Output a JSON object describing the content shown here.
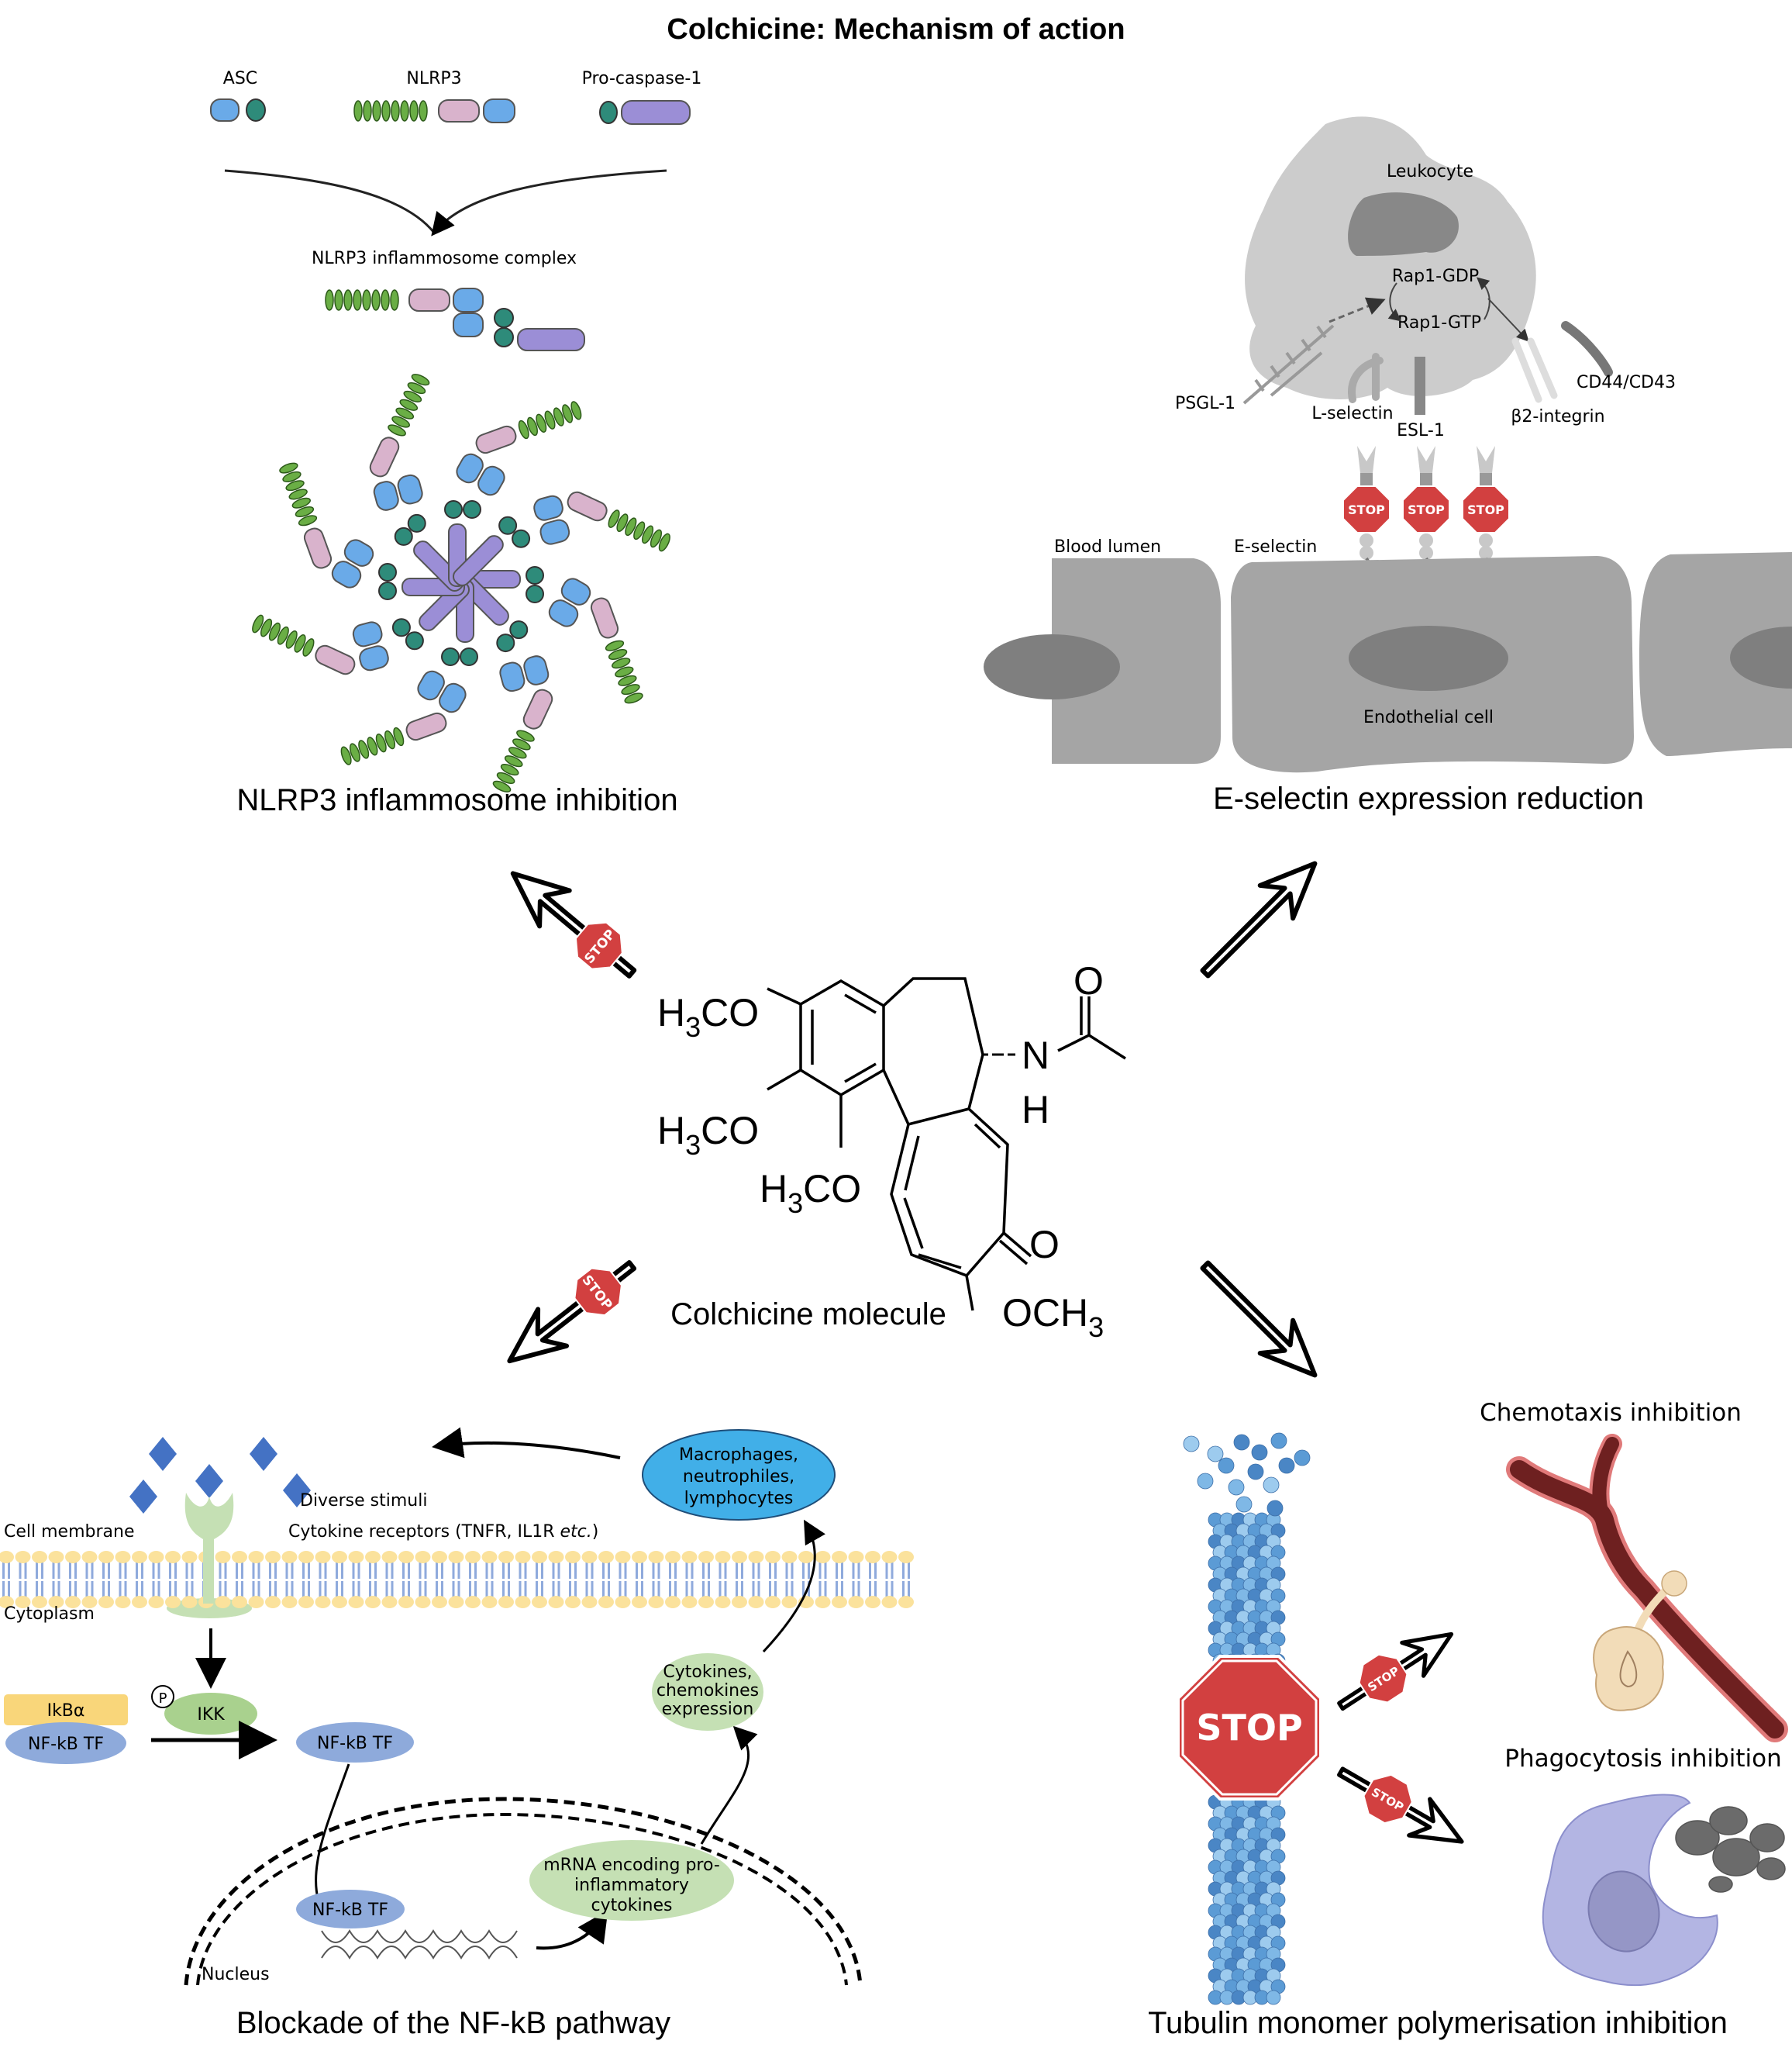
{
  "title": "Colchicine: Mechanism of action",
  "center": {
    "caption": "Colchicine molecule",
    "substituents": {
      "h3co_1": {
        "pre": "H",
        "sub": "3",
        "post": "CO"
      },
      "h3co_2": {
        "pre": "H",
        "sub": "3",
        "post": "CO"
      },
      "h3co_3": {
        "pre": "H",
        "sub": "3",
        "post": "CO"
      },
      "och3": {
        "pre": "OCH",
        "sub": "3",
        "post": ""
      },
      "nitrogen": "N",
      "hydrogen": "H",
      "oxygen_amide": "O",
      "oxygen_ketone": "O"
    }
  },
  "panels": {
    "nlrp3": {
      "caption": "NLRP3 inflammosome inhibition",
      "components": [
        "ASC",
        "NLRP3",
        "Pro-caspase-1"
      ],
      "complex_label": "NLRP3 inflammosome complex",
      "colors": {
        "pyd": "#6aae45",
        "nacht": "#d9b3cc",
        "lrr": "#6aaae8",
        "card": "#2e8b7a",
        "caspase": "#9b8ed6"
      },
      "blocked": true
    },
    "eselectin": {
      "caption": "E-selectin expression reduction",
      "labels": {
        "leukocyte": "Leukocyte",
        "rap1_gdp": "Rap1-GDP",
        "rap1_gtp": "Rap1-GTP",
        "psgl1": "PSGL-1",
        "lselectin": "L-selectin",
        "esl1": "ESL-1",
        "b2integrin": "β2-integrin",
        "cd44": "CD44/CD43",
        "blood_lumen": "Blood lumen",
        "eselectin": "E-selectin",
        "endothelial": "Endothelial cell"
      },
      "stop_signs": [
        "STOP",
        "STOP",
        "STOP"
      ],
      "blocked": false
    },
    "nfkb": {
      "caption": "Blockade of the NF-kB pathway",
      "labels": {
        "stimuli": "Diverse stimuli",
        "cell_membrane": "Cell membrane",
        "receptors": "Cytokine receptors (TNFR, IL1R ",
        "receptors_etc": "etc.",
        "receptors_close": ")",
        "cytoplasm": "Cytoplasm",
        "ikba": "IkBα",
        "nfkb": "NF-kB TF",
        "ikk": "IKK",
        "phospho": "P",
        "nucleus": "Nucleus",
        "mrna": [
          "mRNA encoding pro-",
          "inflammatory",
          "cytokines"
        ],
        "cytokines": [
          "Cytokines,",
          "chemokines",
          "expression"
        ],
        "immune_cells": [
          "Macrophages,",
          "neutrophiles,",
          "lymphocytes"
        ]
      },
      "colors": {
        "ikba": "#f9d67a",
        "nfkb": "#8eaadb",
        "ikk": "#a9d18e",
        "receptor": "#c5e0b4",
        "ligand": "#4472c4",
        "cells": "#41afe8",
        "membrane_head": "#fbe29c",
        "membrane_tail": "#8faadc"
      },
      "blocked": true
    },
    "tubulin": {
      "caption": "Tubulin monomer polymerisation inhibition",
      "big_stop": "STOP",
      "chemotaxis": "Chemotaxis inhibition",
      "phagocytosis": "Phagocytosis inhibition",
      "colors": {
        "tubulin": "#5b9bd5",
        "vessel": "#7a2424",
        "cell": "#b3b5e3"
      },
      "blocked": false
    }
  },
  "stop_label": "STOP",
  "colors": {
    "stop_red": "#d24040",
    "cell_gray": "#a5a5a5",
    "leuko_gray": "#cccccc"
  }
}
